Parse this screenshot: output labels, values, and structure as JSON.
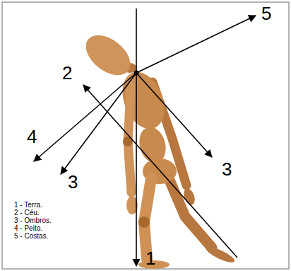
{
  "diagram": {
    "labels": [
      "1",
      "2",
      "3",
      "3",
      "4",
      "5"
    ],
    "legend": [
      {
        "text": "1 - Terra."
      },
      {
        "text": "2 - Céu."
      },
      {
        "text": "3 - Ombros."
      },
      {
        "text": "4 - Peito."
      },
      {
        "text": "5 - Costas."
      }
    ]
  }
}
